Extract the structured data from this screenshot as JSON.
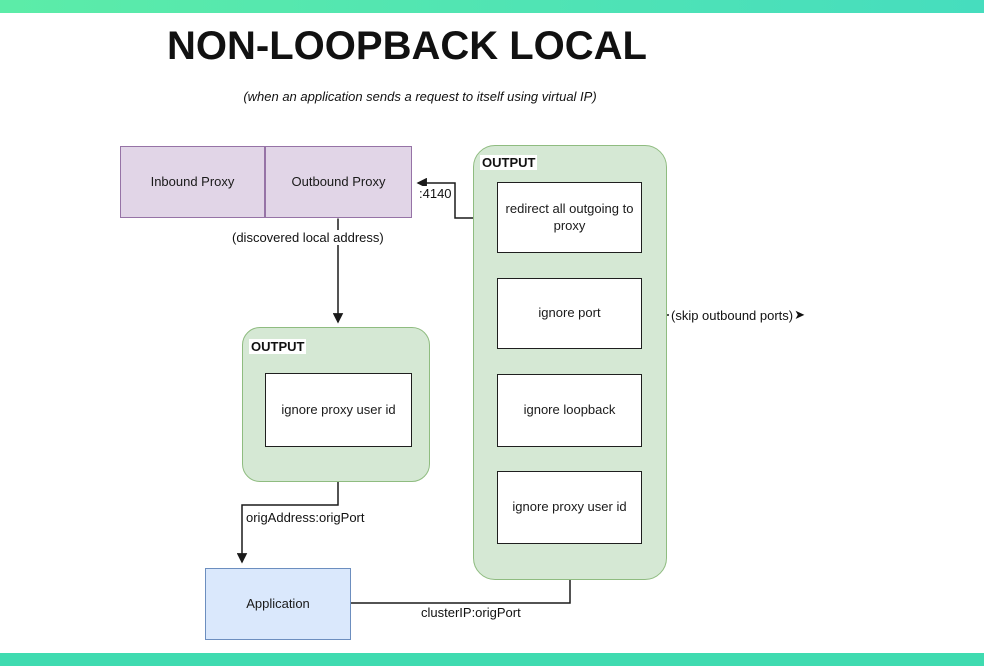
{
  "page": {
    "title": "NON-LOOPBACK LOCAL",
    "subtitle": "(when an application sends a request to itself using virtual IP)"
  },
  "colors": {
    "banner_left": "#5ceca8",
    "banner_right": "#46ddbe",
    "banner_bottom": "#3fdbb0",
    "purple_fill": "#e1d5e7",
    "purple_border": "#9673a6",
    "green_fill": "#d5e8d4",
    "green_border": "#8fbc80",
    "blue_fill": "#dae8fc",
    "blue_border": "#6c8ebf"
  },
  "diagram": {
    "proxy_row": {
      "inbound_label": "Inbound Proxy",
      "outbound_label": "Outbound Proxy"
    },
    "output_left": {
      "title": "OUTPUT",
      "steps": [
        "ignore proxy user id"
      ]
    },
    "output_right": {
      "title": "OUTPUT",
      "steps": [
        "redirect all outgoing to proxy",
        "ignore port",
        "ignore loopback",
        "ignore proxy user id"
      ]
    },
    "application_label": "Application",
    "edge_labels": {
      "discovered_local_address": "(discovered local address)",
      "proxy_port": ":4140",
      "orig_address_port": "origAddress:origPort",
      "cluster_ip_port": "clusterIP:origPort",
      "skip_outbound_ports": "(skip outbound ports)"
    },
    "icons": {
      "skip_arrow_glyph": "➤"
    }
  }
}
